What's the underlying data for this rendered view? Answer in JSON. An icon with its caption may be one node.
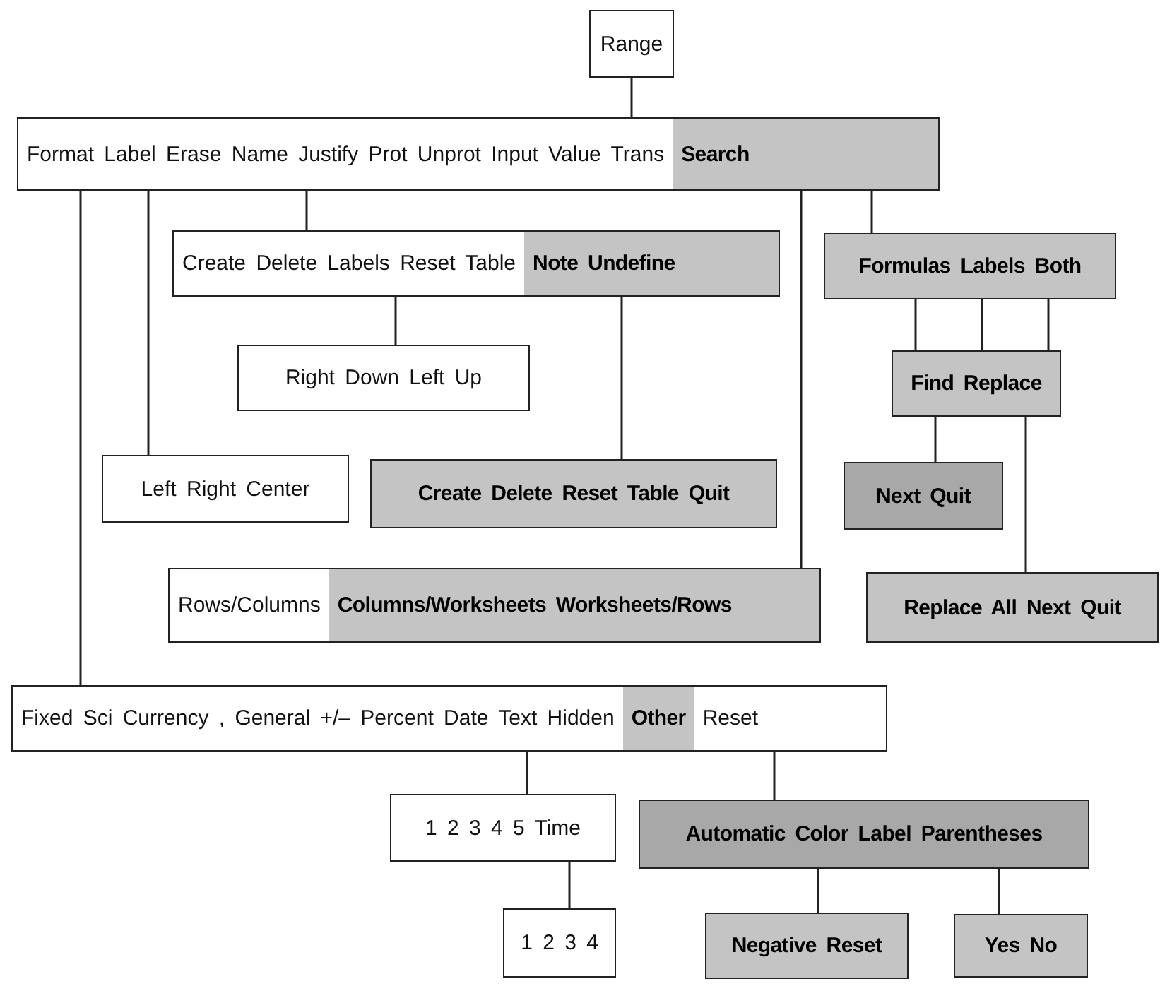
{
  "diagram": {
    "nodes": [
      {
        "text": [
          "Range"
        ]
      },
      {
        "text": [
          "Format Label Erase Name Justify Prot Unprot Input Value Trans",
          "Search"
        ]
      },
      {
        "text": [
          "Create Delete Labels Reset Table",
          "Note Undefine"
        ]
      },
      {
        "text": [
          "Formulas Labels Both"
        ]
      },
      {
        "text": [
          "Right Down Left Up"
        ]
      },
      {
        "text": [
          "Find Replace"
        ]
      },
      {
        "text": [
          "Left Right Center"
        ]
      },
      {
        "text": [
          "Create Delete Reset Table Quit"
        ]
      },
      {
        "text": [
          "Next Quit"
        ]
      },
      {
        "text": [
          "Rows/Columns",
          "Columns/Worksheets Worksheets/Rows"
        ]
      },
      {
        "text": [
          "Replace All Next Quit"
        ]
      },
      {
        "text": [
          "Fixed Sci Currency , General +/– Percent Date Text Hidden",
          "Other",
          "Reset"
        ]
      },
      {
        "text": [
          "1 2 3 4 5 Time"
        ]
      },
      {
        "text": [
          "Automatic Color Label Parentheses"
        ]
      },
      {
        "text": [
          "1 2 3 4"
        ]
      },
      {
        "text": [
          "Negative Reset"
        ]
      },
      {
        "text": [
          "Yes No"
        ]
      }
    ],
    "edges": [
      {
        "from": 0,
        "to": 1,
        "arrow": "none"
      },
      {
        "from": 1,
        "to": 11,
        "arrow": "none"
      },
      {
        "from": 1,
        "to": 6,
        "arrow": "none"
      },
      {
        "from": 1,
        "to": 2,
        "arrow": "none"
      },
      {
        "from": 1,
        "to": 9,
        "arrow": "none"
      },
      {
        "from": 1,
        "to": 3,
        "arrow": "none"
      },
      {
        "from": 2,
        "to": 4,
        "arrow": "none"
      },
      {
        "from": 2,
        "to": 7,
        "arrow": "none"
      },
      {
        "from": 3,
        "to": 5,
        "arrow": "none"
      },
      {
        "from": 3,
        "to": 5,
        "arrow": "none"
      },
      {
        "from": 3,
        "to": 5,
        "arrow": "none"
      },
      {
        "from": 5,
        "to": 8,
        "arrow": "none"
      },
      {
        "from": 5,
        "to": 10,
        "arrow": "none"
      },
      {
        "from": 11,
        "to": 12,
        "arrow": "none"
      },
      {
        "from": 11,
        "to": 13,
        "arrow": "none"
      },
      {
        "from": 12,
        "to": 14,
        "arrow": "none"
      },
      {
        "from": 13,
        "to": 15,
        "arrow": "none"
      },
      {
        "from": 13,
        "to": 16,
        "arrow": "none"
      }
    ]
  }
}
